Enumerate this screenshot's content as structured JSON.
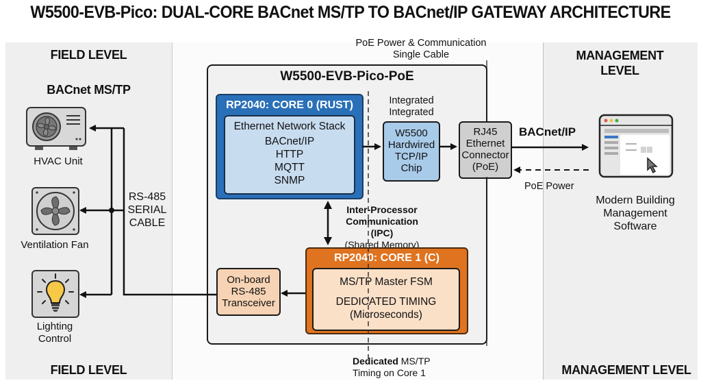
{
  "title": "W5500-EVB-Pico: DUAL-CORE BACnet MS/TP TO BACnet/IP GATEWAY ARCHITECTURE",
  "field_panel": {
    "top_label": "FIELD LEVEL",
    "bottom_label": "FIELD LEVEL",
    "protocol_label": "BACnet MS/TP",
    "devices": [
      {
        "label": "HVAC Unit",
        "icon": "hvac-unit-icon"
      },
      {
        "label": "Ventilation Fan",
        "icon": "fan-icon"
      },
      {
        "label_line1": "Lighting",
        "label_line2": "Control",
        "icon": "light-bulb-icon"
      }
    ],
    "cable_label": [
      "RS-485",
      "SERIAL",
      "CABLE"
    ]
  },
  "center": {
    "poe_note": [
      "PoE Power & Communication",
      "Single Cable"
    ],
    "board_title": "W5500-EVB-Pico-PoE",
    "core0": {
      "title": "RP2040: CORE 0 (RUST)",
      "stack_title": "Ethernet Network Stack",
      "protocols": [
        "BACnet/IP",
        "HTTP",
        "MQTT",
        "SNMP"
      ]
    },
    "integrated_label": [
      "Integrated",
      "Integrated"
    ],
    "w5500_chip": [
      "W5500",
      "Hardwired",
      "TCP/IP",
      "Chip"
    ],
    "rj45": [
      "RJ45",
      "Ethernet",
      "Connector",
      "(PoE)"
    ],
    "ipc": {
      "line1": "Inter-Processor",
      "line2": "Communication (IPC)",
      "line3": "(Shared Memory)"
    },
    "core1": {
      "title": "RP2040: CORE 1 (C)",
      "fsm": "MS/TP Master FSM",
      "timing": "DEDICATED TIMING",
      "timing_unit": "(Microseconds)"
    },
    "transceiver": [
      "On-board",
      "RS-485",
      "Transceiver"
    ],
    "bottom_note": {
      "bold": "Dedicated",
      "rest": " MS/TP",
      "line2": "Timing on Core 1"
    },
    "bacnet_ip_label": "BACnet/IP",
    "poe_power_label": "PoE Power"
  },
  "mgmt_panel": {
    "top_label": [
      "MANAGEMENT",
      "LEVEL"
    ],
    "bottom_label": "MANAGEMENT LEVEL",
    "software_label": [
      "Modern Building",
      "Management",
      "Software"
    ],
    "icon": "bms-software-window-icon"
  },
  "colors": {
    "core0": "#2a70b8",
    "core0_inner": "#c8dcf0",
    "core1": "#e0731f",
    "core1_inner": "#fbe0c8",
    "w5500": "#a9cbea",
    "rj45": "#cfcfcf",
    "transceiver": "#f6d3b4",
    "bulb": "#f7c948"
  }
}
